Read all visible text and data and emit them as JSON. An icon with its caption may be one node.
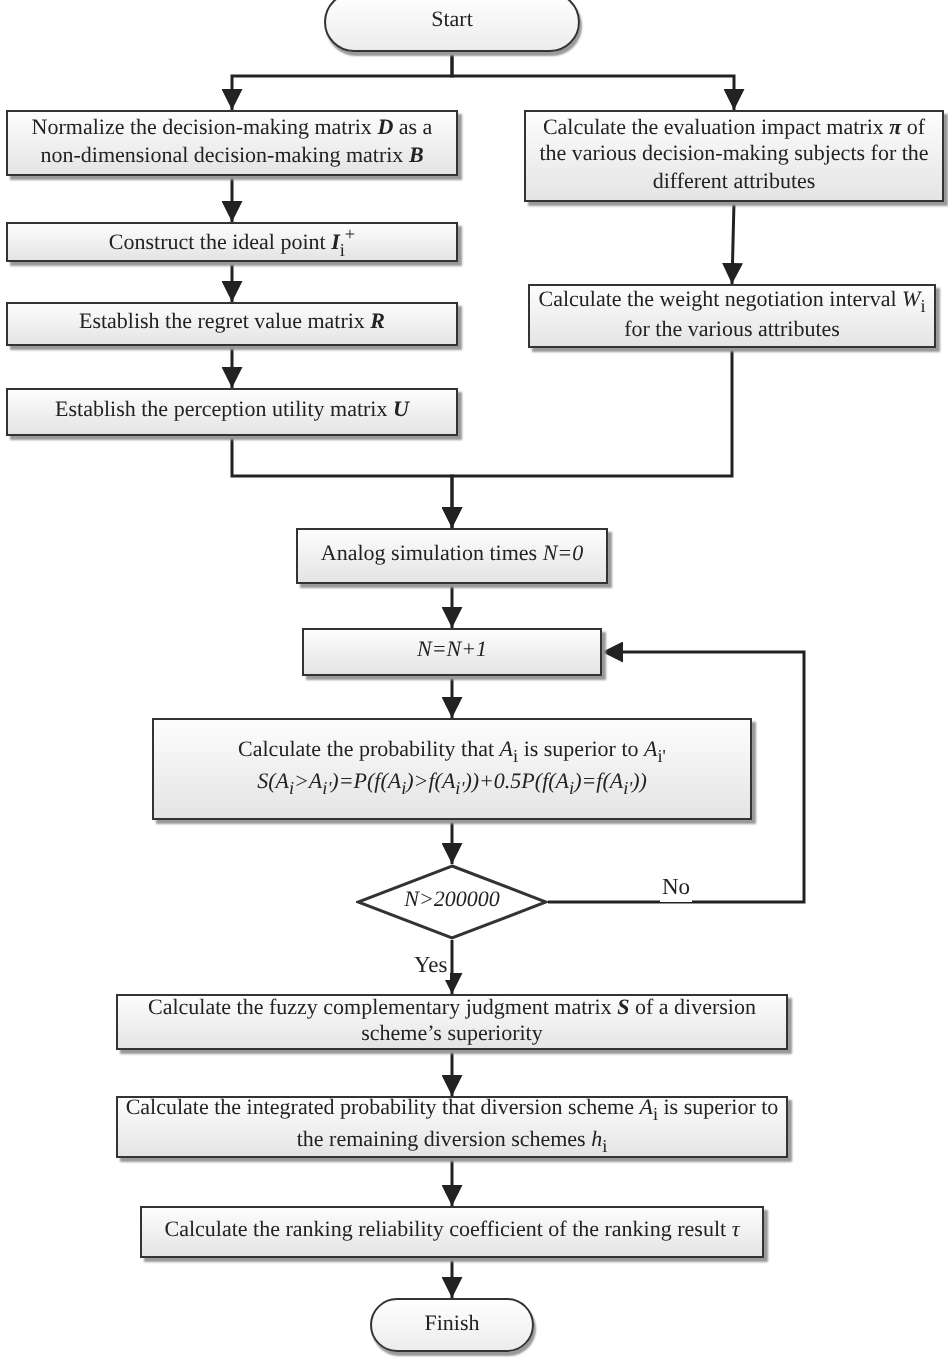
{
  "diagram": {
    "nodes": [
      {
        "text": [
          "Start"
        ]
      },
      {
        "text": [
          "Normalize the decision-making matrix **D** as a non-dimensional decision-making matrix **B**"
        ]
      },
      {
        "text": [
          "Construct the ideal point **I**$_{i}$$^{+}$"
        ]
      },
      {
        "text": [
          "Establish the regret value matrix **R**"
        ]
      },
      {
        "text": [
          "Establish the perception utility matrix **U**"
        ]
      },
      {
        "text": [
          "Calculate the evaluation impact matrix **π** of the various decision-making subjects for the different attributes"
        ]
      },
      {
        "text": [
          "Calculate the weight negotiation interval *W*$_{i}$ for the various attributes"
        ]
      },
      {
        "text": [
          "Analog simulation times *N=0*"
        ]
      },
      {
        "text": [
          "N=N+1"
        ]
      },
      {
        "text": [
          "Calculate the probability that *A*$_{i}$ is superior to *A*$_{i'}$",
          "S(A$_{i}$>A$_{i'}$)=P(f(A$_{i}$)>f(A$_{i'}$))+0.5P(f(A$_{i}$)=f(A$_{i'}$))"
        ]
      },
      {
        "text": [
          "N>200000"
        ]
      },
      {
        "text": [
          "Calculate the fuzzy complementary judgment matrix **S** of a diversion scheme’s superiority"
        ]
      },
      {
        "text": [
          "Calculate the integrated probability that diversion scheme *A*$_{i}$ is superior to the remaining diversion schemes *h*$_{i}$"
        ]
      },
      {
        "text": [
          "Calculate the ranking reliability coefficient of the ranking result *τ*"
        ]
      },
      {
        "text": [
          "Finish"
        ]
      }
    ],
    "edges": [
      {
        "from": 0,
        "to": 1,
        "arrow": "to"
      },
      {
        "from": 0,
        "to": 5,
        "arrow": "to"
      },
      {
        "from": 1,
        "to": 2,
        "arrow": "to"
      },
      {
        "from": 2,
        "to": 3,
        "arrow": "to"
      },
      {
        "from": 3,
        "to": 4,
        "arrow": "to"
      },
      {
        "from": 5,
        "to": 6,
        "arrow": "to"
      },
      {
        "from": 4,
        "to": 7,
        "arrow": "to"
      },
      {
        "from": 6,
        "to": 7,
        "arrow": "to"
      },
      {
        "from": 7,
        "to": 8,
        "arrow": "to"
      },
      {
        "from": 8,
        "to": 9,
        "arrow": "to"
      },
      {
        "from": 9,
        "to": 10,
        "arrow": "to"
      },
      {
        "from": 10,
        "to": 8,
        "arrow": "to",
        "label": "No"
      },
      {
        "from": 10,
        "to": 11,
        "arrow": "to",
        "label": "Yes"
      },
      {
        "from": 11,
        "to": 12,
        "arrow": "to"
      },
      {
        "from": 12,
        "to": 13,
        "arrow": "to"
      },
      {
        "from": 13,
        "to": 14,
        "arrow": "to"
      }
    ]
  }
}
